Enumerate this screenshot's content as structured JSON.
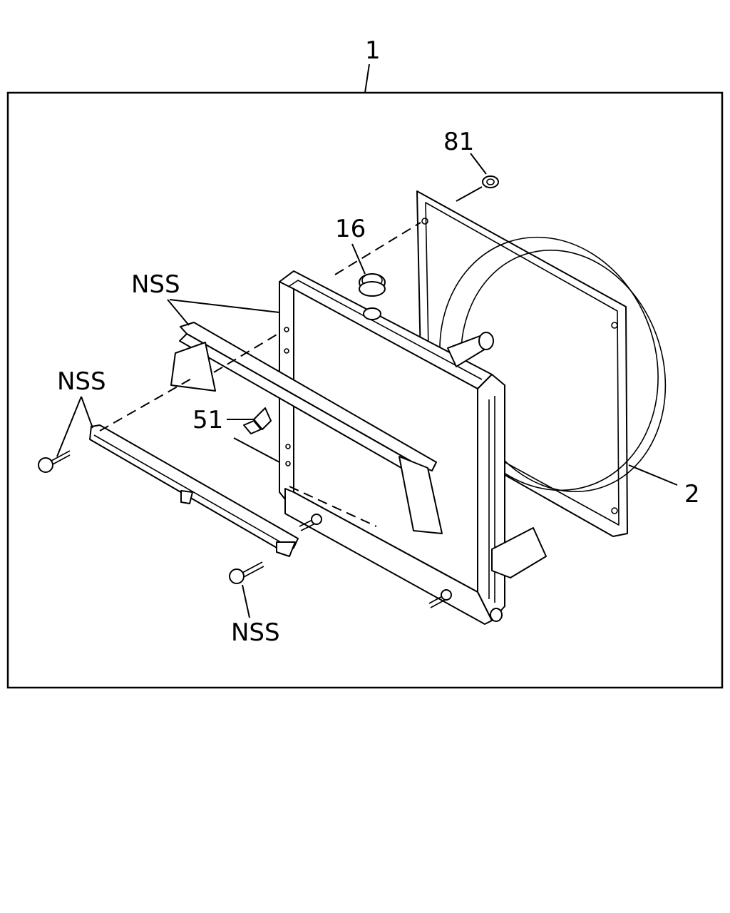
{
  "callouts": {
    "assembly": "1",
    "shroud": "2",
    "radiator_cap": "16",
    "drain_plug": "51",
    "clip": "81",
    "nss_upper_bracket": "NSS",
    "nss_bolts_left": "NSS",
    "nss_bolt_bottom": "NSS"
  }
}
